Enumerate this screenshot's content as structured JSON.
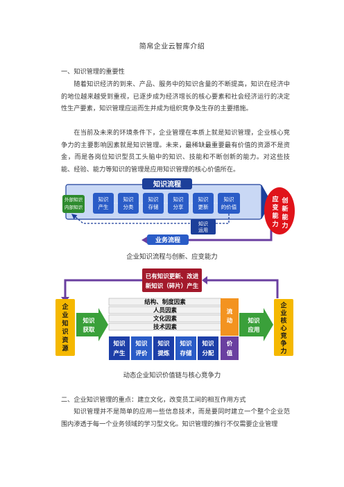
{
  "doc": {
    "title": "简帛企业云智库介绍",
    "h1": "一、知识管理的重要性",
    "p1": "随着知识经济的到来、产品、服务中的知识含量的不断提高，知识在经济中的地位越来越受到重视，已逐步成为经济增长的核心要素和社会经济运行的决定性生产要素，知识管理应运而生并成为组织竞争及生存的主要措施。",
    "p2": "在当前及未来的环境条件下，企业管理在本质上就是知识管理，企业核心竞争力的主要影响因素就是知识管理。未来，最稀缺最重要最有价值的资源不是资金，而是各岗位知识型员工头脑中的知识、技能和不断创新的能力。对这些技能、经验、能力等知识的管理是应用知识管理的核心价值所在。",
    "caption1": "企业知识流程与创新、应变能力",
    "caption2": "动态企业知识价值链与核心竞争力",
    "h2": "二、企业知识管理的重点：建立文化，改变员工间的相互作用方式",
    "p3": "知识管理并不是简单的应用一些信息技术，而是要同时建立一个整个企业范围内渗透于每一个业务领域的学习型文化。知识管理的推行不仅需要企业管理"
  },
  "diagram1": {
    "knowledge_flow": "知识流程",
    "ext_knowledge": "外部知识",
    "int_knowledge": "内部知识",
    "steps": [
      "知识产生",
      "知识分类",
      "知识存储",
      "知识分享",
      "知识更新",
      "知识的价值"
    ],
    "knowledge_use": "知识运用",
    "business_flow": "业务流程",
    "circle_text": "应变能力 创新能力"
  },
  "diagram2": {
    "top_box": "已有知识更新、改进新知识（碎片）产生",
    "left_res": "企业知识资源",
    "acquire": "知识获取",
    "factors": [
      "结构、制度因素",
      "人员因素",
      "文化因素",
      "技术因素"
    ],
    "flow": "流动",
    "steps": [
      "知识产生",
      "知识评价",
      "知识提炼",
      "知识存储",
      "知识分配",
      "价值"
    ],
    "apply": "知识应用",
    "right_res": "企业核心竞争力"
  }
}
